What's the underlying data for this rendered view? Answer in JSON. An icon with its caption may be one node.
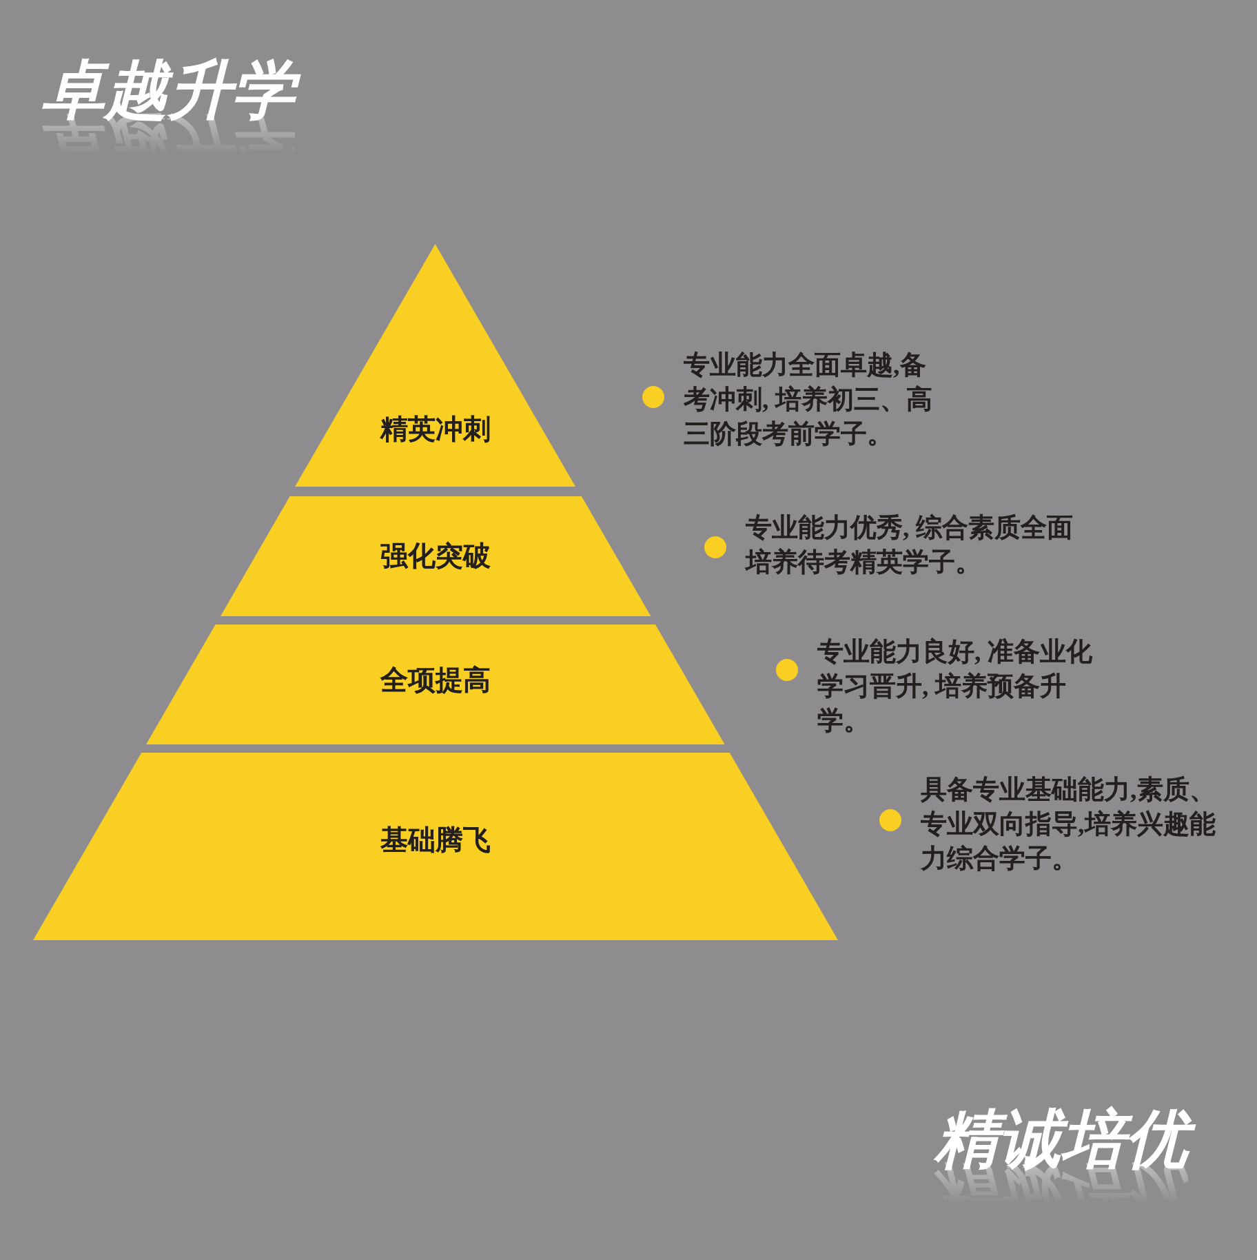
{
  "diagram": {
    "title": "卓越升学",
    "nodes": [
      {
        "text": [
          "精英冲刺"
        ]
      },
      {
        "text": [
          "强化突破"
        ]
      },
      {
        "text": [
          "全项提高"
        ]
      },
      {
        "text": [
          "基础腾飞"
        ]
      }
    ],
    "labels": [
      "专业能力全面卓越,备考冲刺, 培养初三、高三阶段考前学子。",
      "专业能力优秀, 综合素质全面培养待考精英学子。",
      "专业能力良好, 准备业化学习晋升, 培养预备升学。",
      "具备专业基础能力,素质、专业双向指导,培养兴趣能力综合学子。",
      "精诚培优"
    ]
  }
}
